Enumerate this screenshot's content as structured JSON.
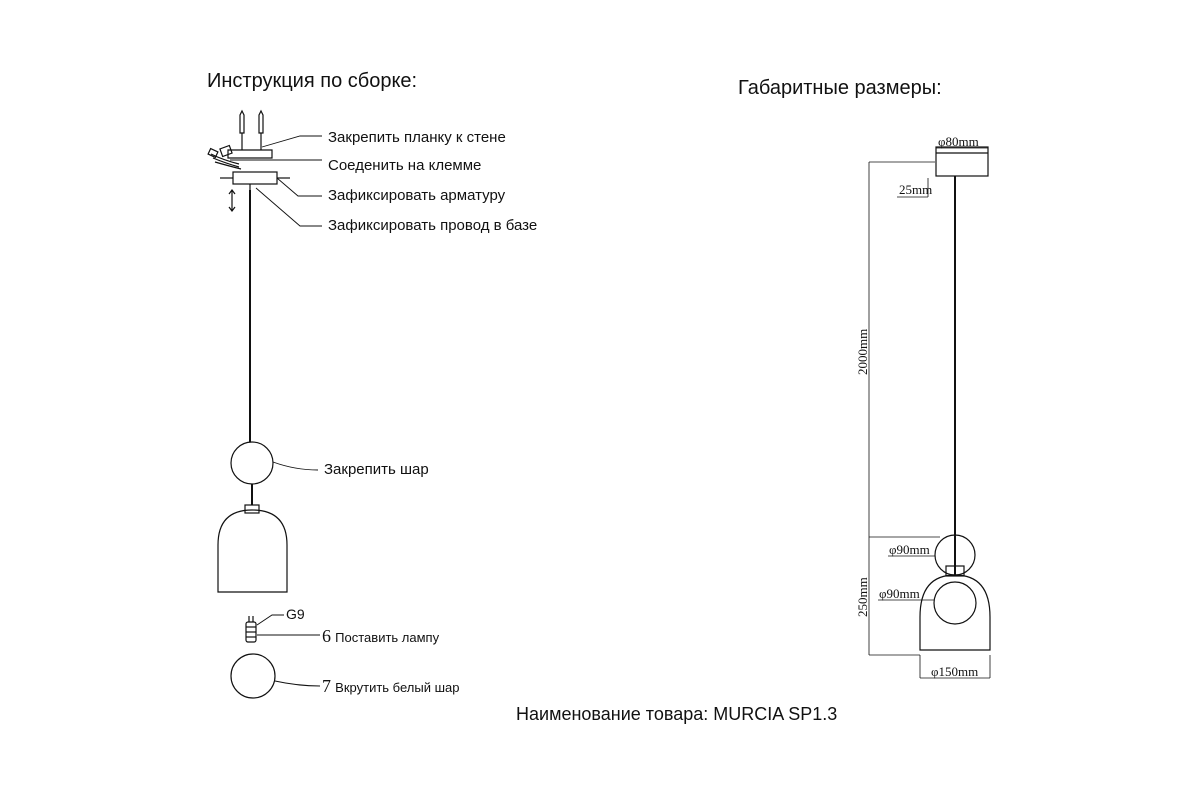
{
  "assembly": {
    "heading": "Инструкция по сборке:",
    "steps": {
      "fix_plate": "Закрепить планку к стене",
      "connect_terminal": "Соеденить на клемме",
      "fix_fitting": "Зафиксировать арматуру",
      "fix_wire": "Зафиксировать провод в базе",
      "fix_ball": "Закрепить шар",
      "lamp_type": "G9",
      "insert_lamp_num": "6",
      "insert_lamp": "Поставить лампу",
      "screw_ball_num": "7",
      "screw_ball": "Вкрутить белый шар"
    }
  },
  "dimensions": {
    "heading": "Габаритные размеры:",
    "canopy_diameter": "φ80mm",
    "canopy_height": "25mm",
    "cable_length": "2000mm",
    "ball_diameter": "φ90mm",
    "inner_ball_diameter": "φ90mm",
    "body_height": "250mm",
    "shade_diameter": "φ150mm"
  },
  "footer": {
    "product_name": "Наименование товара: MURCIA SP1.3"
  }
}
